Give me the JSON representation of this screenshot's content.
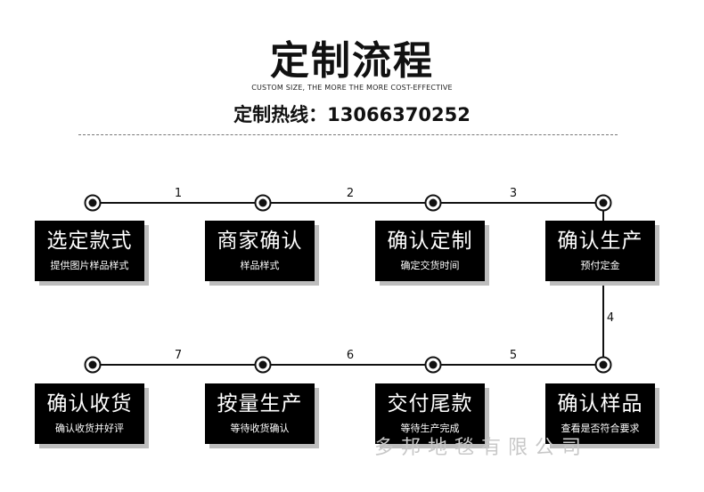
{
  "header": {
    "title": "定制流程",
    "subtitle": "CUSTOM SIZE, THE MORE THE MORE COST-EFFECTIVE",
    "hotline": "定制热线：13066370252"
  },
  "steps": [
    {
      "label": "选定款式",
      "desc": "提供图片样品样式"
    },
    {
      "label": "商家确认",
      "desc": "样品样式"
    },
    {
      "label": "确认定制",
      "desc": "确定交货时间"
    },
    {
      "label": "确认生产",
      "desc": "预付定金"
    },
    {
      "label": "确认样品",
      "desc": "查看是否符合要求"
    },
    {
      "label": "交付尾款",
      "desc": "等待生产完成"
    },
    {
      "label": "按量生产",
      "desc": "等待收货确认"
    },
    {
      "label": "确认收货",
      "desc": "确认收货并好评"
    }
  ],
  "connectors": [
    "1",
    "2",
    "3",
    "4",
    "5",
    "6",
    "7"
  ],
  "watermark": "多邦地毯有限公司",
  "colors": {
    "box": "#000000",
    "shadow": "#bdbdbd",
    "text": "#111111"
  }
}
